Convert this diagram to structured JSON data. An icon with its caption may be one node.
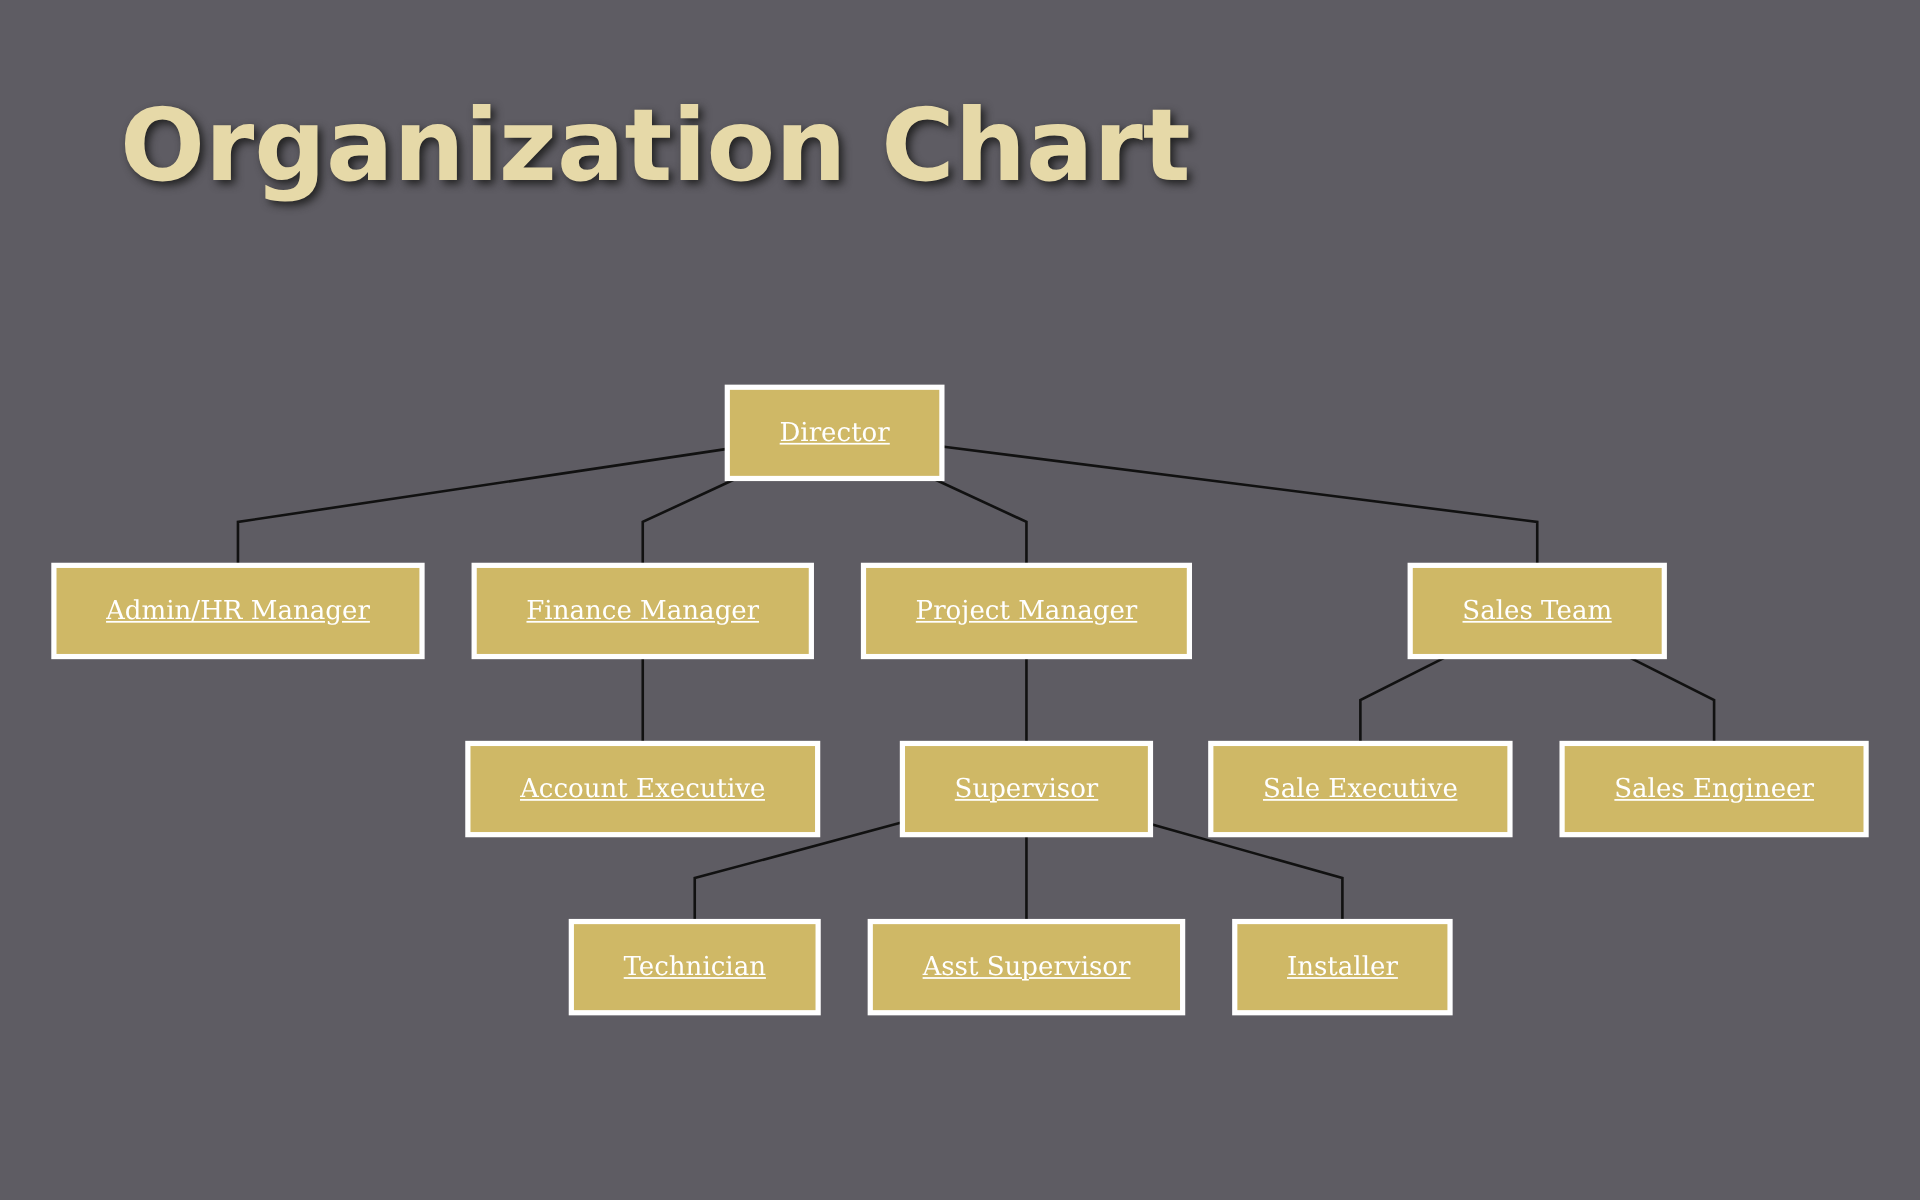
{
  "diagram": {
    "title": "Organization Chart",
    "nodes": [
      {
        "text": [
          "Director"
        ]
      },
      {
        "text": [
          "Admin/HR Manager"
        ]
      },
      {
        "text": [
          "Finance Manager"
        ]
      },
      {
        "text": [
          "Project Manager"
        ]
      },
      {
        "text": [
          "Sales Team"
        ]
      },
      {
        "text": [
          "Account Executive"
        ]
      },
      {
        "text": [
          "Supervisor"
        ]
      },
      {
        "text": [
          "Technician"
        ]
      },
      {
        "text": [
          "Asst Supervisor"
        ]
      },
      {
        "text": [
          "Installer"
        ]
      },
      {
        "text": [
          "Sale Executive"
        ]
      },
      {
        "text": [
          "Sales Engineer"
        ]
      }
    ],
    "edges": [
      {
        "from": 0,
        "to": 1,
        "arrow": "none"
      },
      {
        "from": 0,
        "to": 2,
        "arrow": "none"
      },
      {
        "from": 0,
        "to": 3,
        "arrow": "none"
      },
      {
        "from": 0,
        "to": 4,
        "arrow": "none"
      },
      {
        "from": 2,
        "to": 5,
        "arrow": "none"
      },
      {
        "from": 3,
        "to": 6,
        "arrow": "none"
      },
      {
        "from": 6,
        "to": 7,
        "arrow": "none"
      },
      {
        "from": 6,
        "to": 8,
        "arrow": "none"
      },
      {
        "from": 6,
        "to": 9,
        "arrow": "none"
      },
      {
        "from": 4,
        "to": 10,
        "arrow": "none"
      },
      {
        "from": 4,
        "to": 11,
        "arrow": "none"
      }
    ]
  }
}
